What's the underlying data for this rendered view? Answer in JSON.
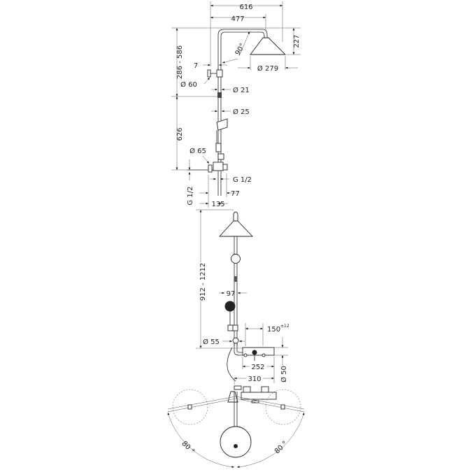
{
  "title": "Shower system technical drawing",
  "side_view": {
    "dims": {
      "d616": "616",
      "d477": "477",
      "d227": "227",
      "angle90": "90°",
      "d279": "Ø 279",
      "d7": "7",
      "d286_586": "286 - 586",
      "d60": "Ø 60",
      "d21": "Ø 21",
      "d25": "Ø 25",
      "d626": "626",
      "d65": "Ø 65",
      "g12_right": "G 1/2",
      "g12_left": "G 1/2",
      "d77": "77",
      "d135": "135"
    }
  },
  "front_view": {
    "dims": {
      "d912_1212": "912 - 1212",
      "d97": "97",
      "d150": "150",
      "d150_tol": "±12",
      "d55": "Ø 55",
      "d252": "252",
      "d50": "Ø 50",
      "d310": "310",
      "angle_left": "80 °",
      "angle_right": "80 °"
    }
  }
}
